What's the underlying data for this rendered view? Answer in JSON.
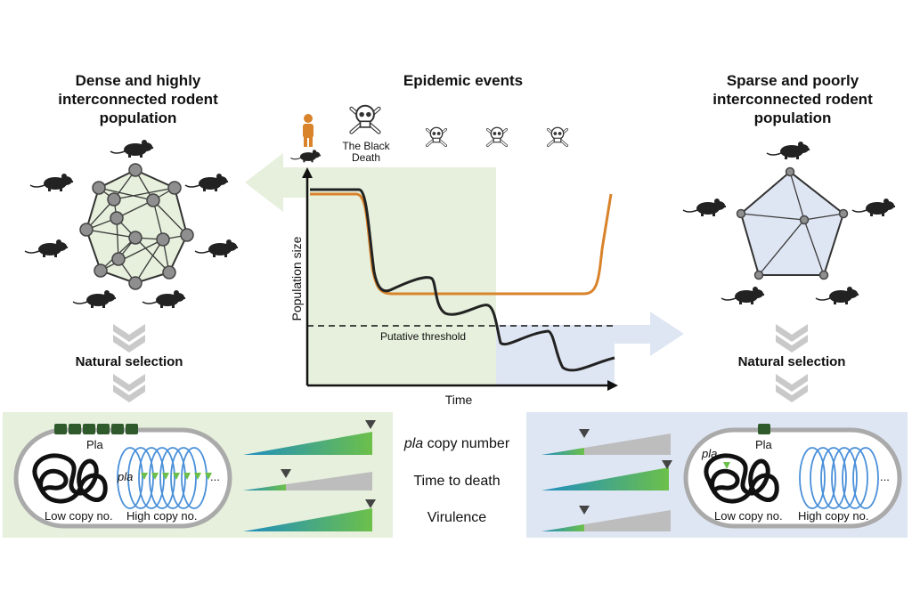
{
  "left": {
    "title_line1": "Dense and highly",
    "title_line2": "interconnected rodent",
    "title_line3": "population",
    "natural_selection": "Natural selection",
    "cell": {
      "pla_label": "Pla",
      "pla_gene": "pla",
      "low_copy": "Low copy no.",
      "high_copy": "High copy no.",
      "ellipsis": "..."
    }
  },
  "right": {
    "title_line1": "Sparse and poorly",
    "title_line2": "interconnected rodent",
    "title_line3": "population",
    "natural_selection": "Natural selection",
    "cell": {
      "pla_label": "Pla",
      "pla_gene": "pla",
      "low_copy": "Low copy no.",
      "high_copy": "High copy no.",
      "ellipsis": "..."
    }
  },
  "center": {
    "title": "Epidemic events",
    "black_death_line1": "The Black",
    "black_death_line2": "Death",
    "y_axis": "Population size",
    "x_axis": "Time",
    "threshold": "Putative threshold"
  },
  "traits": {
    "pla_copy_number_italic": "pla",
    "pla_copy_number_rest": " copy number",
    "time_to_death": "Time to death",
    "virulence": "Virulence"
  },
  "colors": {
    "green_panel": "#e6f0dc",
    "blue_panel": "#dfe6f3",
    "orange_curve": "#d9832b",
    "black_curve": "#222222",
    "bar_grad_start": "#1f8ec0",
    "bar_grad_end": "#6cc04a",
    "bar_gray": "#bdbdbd",
    "node_gray": "#8f8f8f"
  },
  "icons": [
    "human-icon",
    "rat-icon",
    "skull-crossbones-icon",
    "chevron-down-icon",
    "triangle-marker-icon"
  ]
}
